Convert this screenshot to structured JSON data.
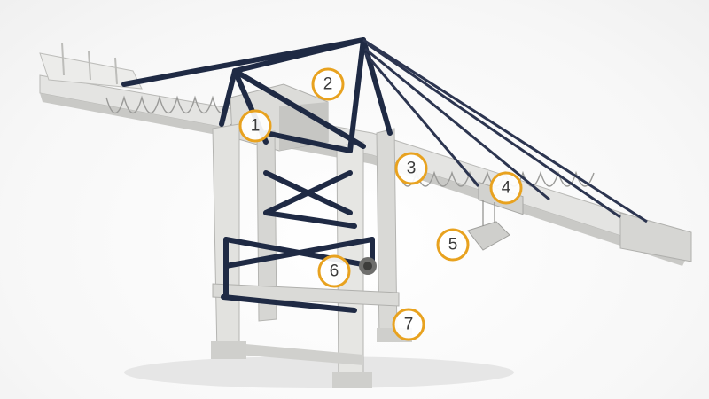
{
  "colors": {
    "steel_light": "#e4e4e2",
    "steel_shade": "#c9c9c6",
    "bracing_navy": "#1f2a44",
    "callout_ring": "#e8a21f",
    "callout_text": "#3a3a3a"
  },
  "callouts": [
    {
      "label": "1"
    },
    {
      "label": "2"
    },
    {
      "label": "3"
    },
    {
      "label": "4"
    },
    {
      "label": "5"
    },
    {
      "label": "6"
    },
    {
      "label": "7"
    }
  ]
}
